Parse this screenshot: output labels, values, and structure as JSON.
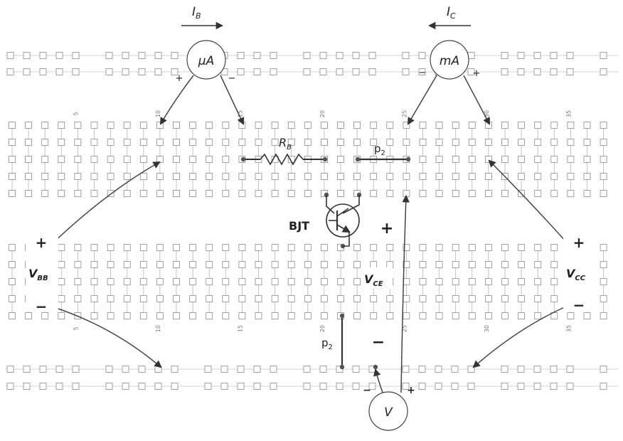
{
  "meters": {
    "ammeter_base": {
      "symbol": "μA",
      "current_label": "I",
      "current_sub": "B",
      "plus": "+",
      "minus": "−"
    },
    "ammeter_collector": {
      "symbol": "mA",
      "current_label": "I",
      "current_sub": "C",
      "plus": "+",
      "minus": "−"
    },
    "voltmeter": {
      "symbol": "V",
      "plus": "+",
      "minus": "−"
    }
  },
  "components": {
    "resistor": {
      "label": "R",
      "sub": "B"
    },
    "jumper_top": {
      "label": "p",
      "sub": "2"
    },
    "jumper_bottom": {
      "label": "p",
      "sub": "2"
    },
    "transistor": {
      "label": "BJT"
    }
  },
  "sources": {
    "vbb": {
      "label": "V",
      "sub": "BB",
      "plus": "+",
      "minus": "−"
    },
    "vcc": {
      "label": "V",
      "sub": "CC",
      "plus": "+",
      "minus": "−"
    },
    "vce": {
      "label": "V",
      "sub": "CE",
      "plus": "+",
      "minus": "−"
    }
  },
  "breadboard": {
    "column_numbers": [
      "5",
      "10",
      "15",
      "20",
      "25",
      "30",
      "35"
    ]
  }
}
